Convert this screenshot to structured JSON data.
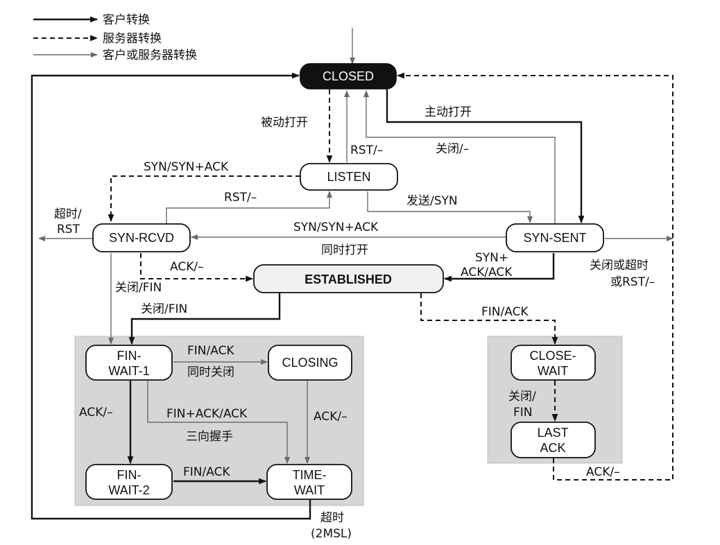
{
  "legend": {
    "client": "客户转换",
    "server": "服务器转换",
    "either": "客户或服务器转换"
  },
  "states": {
    "closed": "CLOSED",
    "listen": "LISTEN",
    "syn_rcvd": "SYN-RCVD",
    "syn_sent": "SYN-SENT",
    "established": "ESTABLISHED",
    "fin_wait_1": [
      "FIN-",
      "WAIT-1"
    ],
    "fin_wait_2": [
      "FIN-",
      "WAIT-2"
    ],
    "closing": "CLOSING",
    "time_wait": [
      "TIME-",
      "WAIT"
    ],
    "close_wait": [
      "CLOSE-",
      "WAIT"
    ],
    "last_ack": [
      "LAST",
      "ACK"
    ]
  },
  "labels": {
    "passive_open": "被动打开",
    "rst_closed": "RST/–",
    "active_open": "主动打开",
    "close_synsent": "关闭/–",
    "syn_synack_listen": "SYN/SYN+ACK",
    "rst_synrcvd": "RST/–",
    "send_syn": "发送/SYN",
    "timeout_rst": [
      "超时/",
      "RST"
    ],
    "syn_synack_simul": "SYN/SYN+ACK",
    "simul_open": "同时打开",
    "synack_ack": [
      "SYN+",
      "ACK/ACK"
    ],
    "close_or_timeout": [
      "关闭或超时",
      "或RST/–"
    ],
    "ack_est": "ACK/–",
    "close_fin_rcvd": "关闭/FIN",
    "close_fin_est": "关闭/FIN",
    "fin_ack_est": "FIN/ACK",
    "fin_ack_fw1": "FIN/ACK",
    "simul_close": "同时关闭",
    "ack_fw1": "ACK/–",
    "fin_ack_ack": "FIN+ACK/ACK",
    "three_way": "三向握手",
    "ack_closing": "ACK/–",
    "fin_ack_fw2": "FIN/ACK",
    "close_fin_cw": [
      "关闭/",
      "FIN"
    ],
    "ack_lastack": "ACK/–",
    "timeout_2msl": [
      "超时",
      "(2MSL)"
    ]
  }
}
